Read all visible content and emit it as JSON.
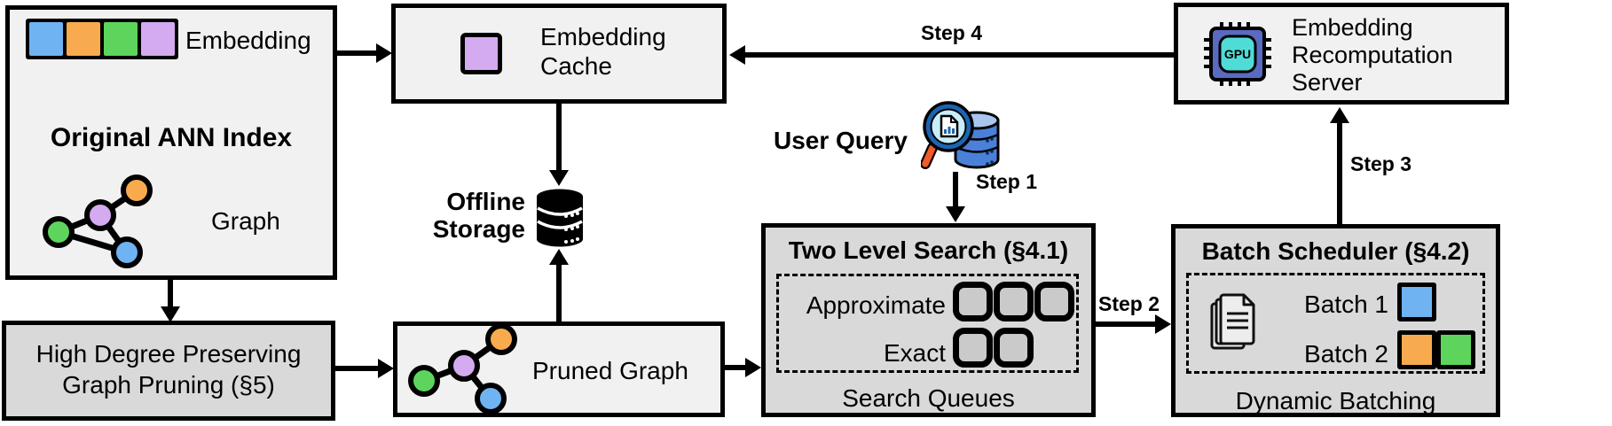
{
  "diagram": {
    "ann_index": {
      "embedding_label": "Embedding",
      "title": "Original ANN Index",
      "graph_label": "Graph"
    },
    "graph_pruning": {
      "line1": "High Degree Preserving",
      "line2": "Graph Pruning (§5)"
    },
    "embedding_cache": {
      "line1": "Embedding",
      "line2": "Cache"
    },
    "offline_storage": {
      "line1": "Offline",
      "line2": "Storage"
    },
    "pruned_graph": {
      "label": "Pruned Graph"
    },
    "user_query": {
      "label": "User Query"
    },
    "two_level_search": {
      "title": "Two Level Search (§4.1)",
      "approximate_label": "Approximate",
      "exact_label": "Exact",
      "caption": "Search Queues"
    },
    "batch_scheduler": {
      "title": "Batch Scheduler (§4.2)",
      "batch1_label": "Batch 1",
      "batch2_label": "Batch 2",
      "caption": "Dynamic Batching"
    },
    "recomputation_server": {
      "line1": "Embedding",
      "line2": "Recomputation",
      "line3": "Server",
      "gpu_label": "GPU"
    },
    "steps": {
      "step1": "Step 1",
      "step2": "Step 2",
      "step3": "Step 3",
      "step4": "Step 4"
    },
    "colors": {
      "node_blue": "#6FB3F2",
      "node_orange": "#F7AB4E",
      "node_green": "#5DD55C",
      "node_purple": "#D4AAF0",
      "light_box_bg": "#F1F1F1",
      "dark_box_bg": "#D9D9D9",
      "queue_slot_bg": "#CACACA",
      "gpu_chip": "#5A6AC0",
      "gpu_core": "#4FDCD6",
      "magnifier_rim": "#1D64B0",
      "magnifier_lens": "#C9EDF9",
      "magnifier_handle": "#F15A29",
      "query_db": "#4A80D8"
    }
  }
}
